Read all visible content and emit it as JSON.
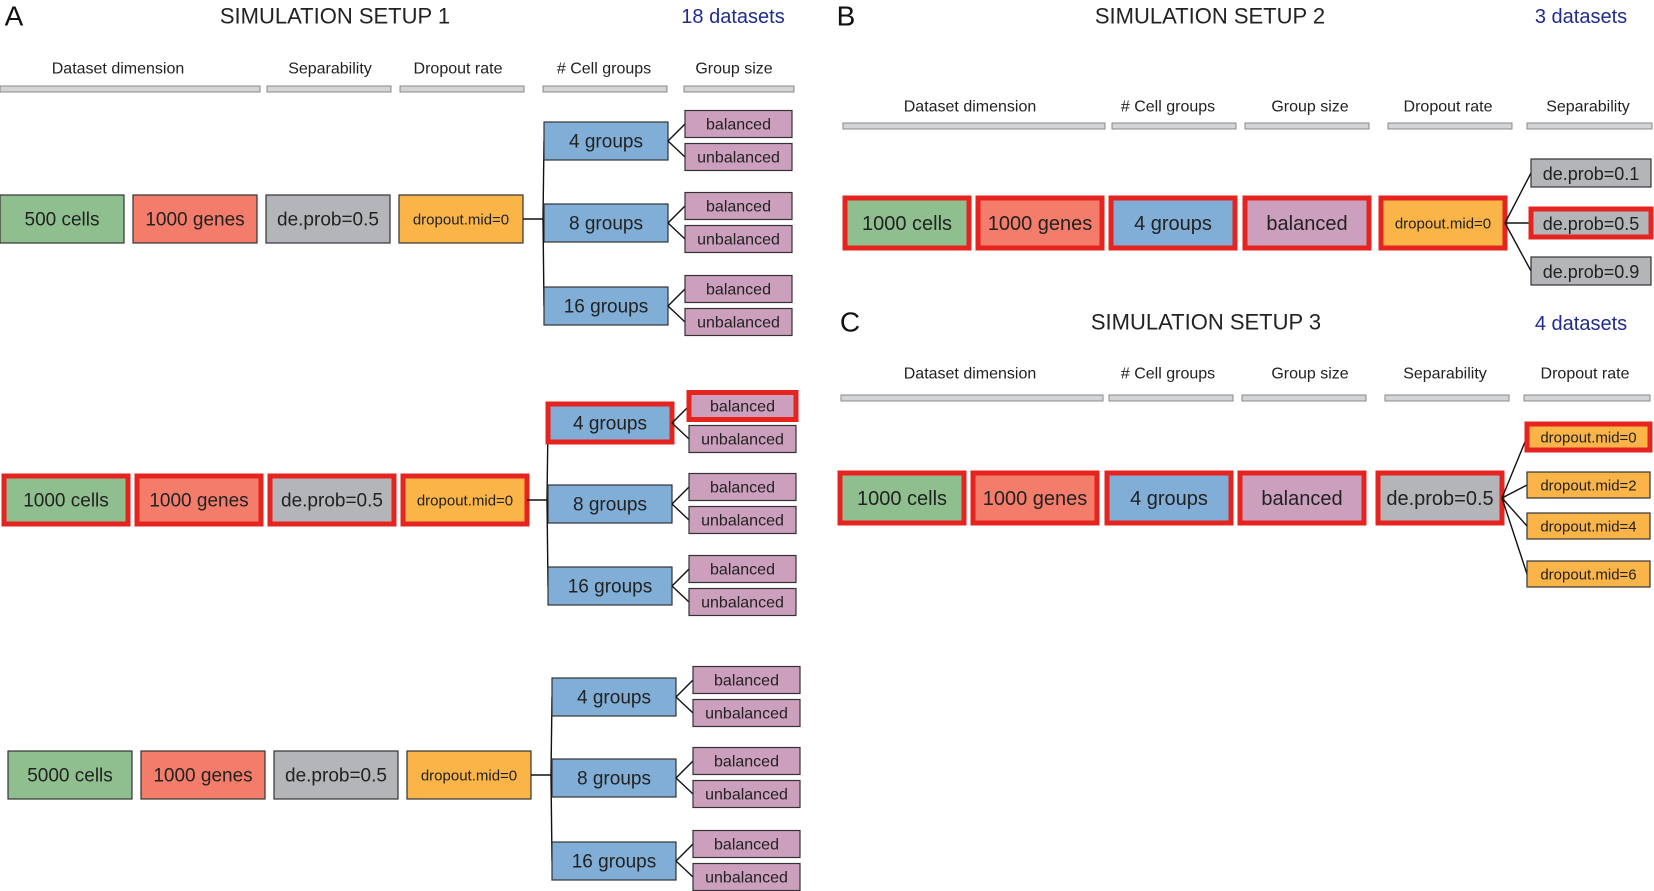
{
  "colors": {
    "cells": "#8fbf8f",
    "genes": "#f47c6a",
    "separability": "#b3b5b8",
    "dropout": "#fbb448",
    "groups": "#80aed6",
    "group_size": "#cc9fbd",
    "header_bar": "#d2d4d6",
    "highlight": "#e5231f",
    "count_text": "#1f2c8f"
  },
  "panel_a": {
    "letter": "A",
    "title": "SIMULATION SETUP 1",
    "count": "18 datasets",
    "headers": [
      "Dataset dimension",
      "Separability",
      "Dropout rate",
      "#  Cell groups",
      "Group size"
    ],
    "rows": [
      {
        "cells": "500 cells",
        "genes": "1000 genes",
        "separability": "de.prob=0.5",
        "dropout": "dropout.mid=0",
        "groups": [
          {
            "label": "4 groups",
            "sizes": [
              "balanced",
              "unbalanced"
            ]
          },
          {
            "label": "8 groups",
            "sizes": [
              "balanced",
              "unbalanced"
            ]
          },
          {
            "label": "16 groups",
            "sizes": [
              "balanced",
              "unbalanced"
            ]
          }
        ]
      },
      {
        "cells": "1000 cells",
        "genes": "1000 genes",
        "separability": "de.prob=0.5",
        "dropout": "dropout.mid=0",
        "groups": [
          {
            "label": "4 groups",
            "sizes": [
              "balanced",
              "unbalanced"
            ]
          },
          {
            "label": "8 groups",
            "sizes": [
              "balanced",
              "unbalanced"
            ]
          },
          {
            "label": "16 groups",
            "sizes": [
              "balanced",
              "unbalanced"
            ]
          }
        ]
      },
      {
        "cells": "5000 cells",
        "genes": "1000 genes",
        "separability": "de.prob=0.5",
        "dropout": "dropout.mid=0",
        "groups": [
          {
            "label": "4 groups",
            "sizes": [
              "balanced",
              "unbalanced"
            ]
          },
          {
            "label": "8 groups",
            "sizes": [
              "balanced",
              "unbalanced"
            ]
          },
          {
            "label": "16 groups",
            "sizes": [
              "balanced",
              "unbalanced"
            ]
          }
        ]
      }
    ]
  },
  "panel_b": {
    "letter": "B",
    "title": "SIMULATION SETUP 2",
    "count": "3 datasets",
    "headers": [
      "Dataset dimension",
      "#  Cell groups",
      "Group size",
      "Dropout rate",
      "Separability"
    ],
    "main": [
      "1000 cells",
      "1000 genes",
      "4 groups",
      "balanced",
      "dropout.mid=0"
    ],
    "branches": [
      "de.prob=0.1",
      "de.prob=0.5",
      "de.prob=0.9"
    ]
  },
  "panel_c": {
    "letter": "C",
    "title": "SIMULATION SETUP 3",
    "count": "4 datasets",
    "headers": [
      "Dataset dimension",
      "#  Cell groups",
      "Group size",
      "Separability",
      "Dropout rate"
    ],
    "main": [
      "1000 cells",
      "1000 genes",
      "4 groups",
      "balanced",
      "de.prob=0.5"
    ],
    "branches": [
      "dropout.mid=0",
      "dropout.mid=2",
      "dropout.mid=4",
      "dropout.mid=6"
    ]
  }
}
